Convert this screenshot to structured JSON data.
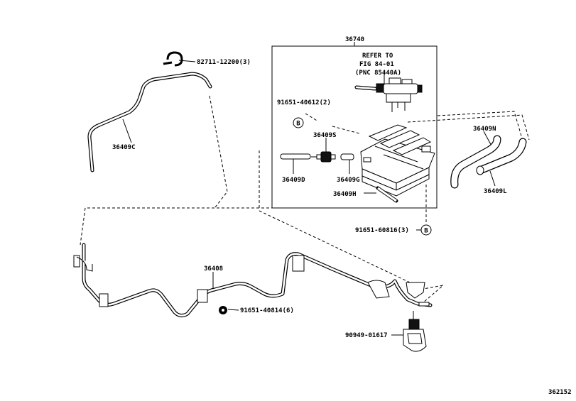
{
  "labels": {
    "p36740": "36740",
    "refer_line1": "REFER TO",
    "refer_line2": "FIG 84-01",
    "refer_line3": "(PNC 85440A)",
    "p82711": "82711-12200(3)",
    "p36409C": "36409C",
    "p91651_40612": "91651-40612(2)",
    "p36409S": "36409S",
    "p36409D": "36409D",
    "p36409G": "36409G",
    "p36409H": "36409H",
    "p36409N": "36409N",
    "p36409L": "36409L",
    "p91651_60816": "91651-60816(3)",
    "p36408": "36408",
    "p91651_40814": "91651-40814(6)",
    "p90949": "90949-01617",
    "figure_code": "362152"
  },
  "callout_marker": "B"
}
